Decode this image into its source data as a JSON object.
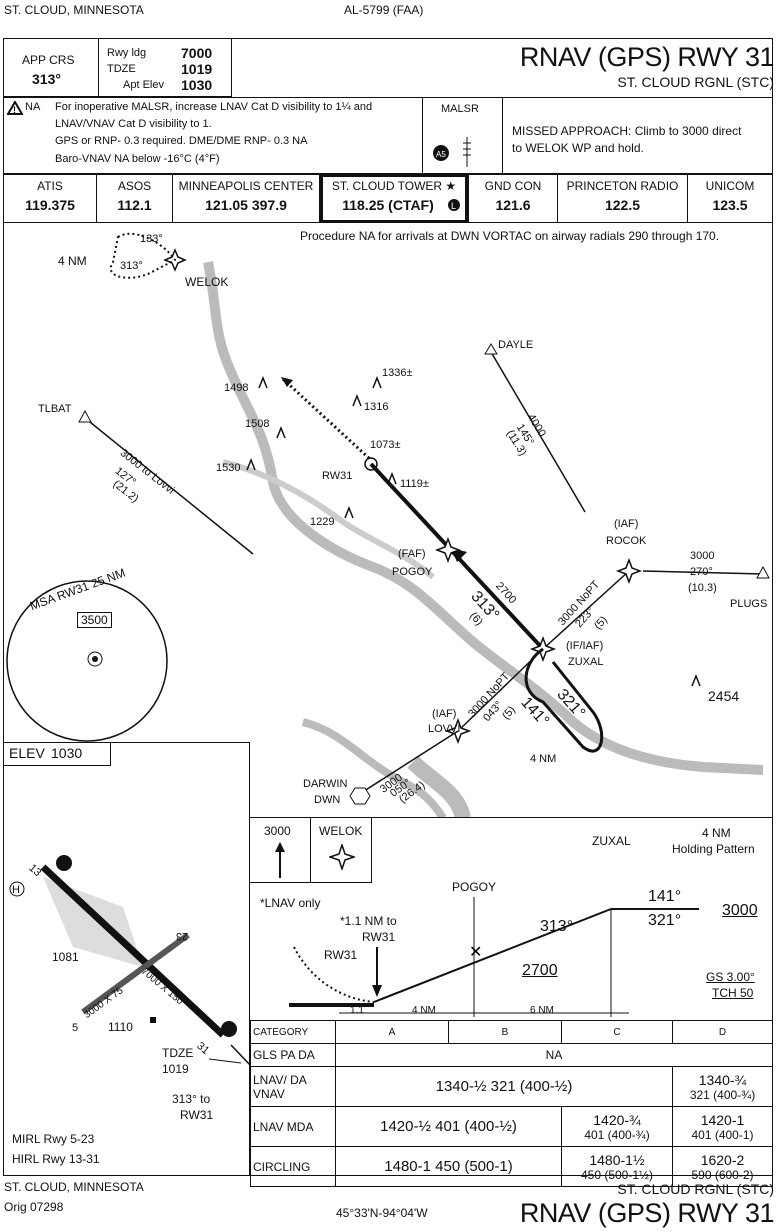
{
  "header": {
    "city": "ST. CLOUD, MINNESOTA",
    "chart_id": "AL-5799 (FAA)",
    "title": "RNAV (GPS) RWY 31",
    "airport": "ST. CLOUD RGNL (STC)"
  },
  "briefing": {
    "app_crs_label": "APP CRS",
    "app_crs": "313°",
    "rwy_ldg_label": "Rwy ldg",
    "rwy_ldg": "7000",
    "tdze_label": "TDZE",
    "tdze": "1019",
    "apt_elev_label": "Apt Elev",
    "apt_elev": "1030",
    "na_label": "NA",
    "notes": [
      "For inoperative MALSR, increase LNAV Cat D visibility to 1¼ and",
      "LNAV/VNAV Cat D visibility to 1.",
      "GPS or RNP- 0.3 required. DME/DME RNP- 0.3 NA",
      "Baro-VNAV NA below -16°C (4°F)"
    ],
    "malsr": "MALSR",
    "missed_approach": [
      "MISSED APPROACH: Climb to 3000 direct",
      "to WELOK WP and hold."
    ]
  },
  "comms": [
    {
      "label": "ATIS",
      "value": "119.375"
    },
    {
      "label": "ASOS",
      "value": "112.1"
    },
    {
      "label": "MINNEAPOLIS CENTER",
      "value": "121.05  397.9"
    },
    {
      "label": "ST. CLOUD TOWER ★",
      "value": "118.25 (CTAF)"
    },
    {
      "label": "GND CON",
      "value": "121.6"
    },
    {
      "label": "PRINCETON RADIO",
      "value": "122.5"
    },
    {
      "label": "UNICOM",
      "value": "123.5"
    }
  ],
  "plan": {
    "procedure_na": "Procedure NA for arrivals at DWN VORTAC on airway radials 290 through 170.",
    "welok": "WELOK",
    "hold_4nm": "4 NM",
    "hold_133": "133°",
    "hold_313": "313°",
    "tlbat": "TLBAT",
    "tlbat_route": "3000 to Lovvi",
    "tlbat_crs": "127°",
    "tlbat_dist": "(21.2)",
    "dayle": "DAYLE",
    "dayle_alt": "4000",
    "dayle_crs": "145°",
    "dayle_dist": "(11.3)",
    "obstacles": [
      "1498",
      "1336±",
      "1316",
      "1508",
      "1073±",
      "1530",
      "1119±",
      "1229",
      "2454"
    ],
    "rw31": "RW31",
    "faf": "(FAF)",
    "pogoy": "POGOY",
    "iaf": "(IAF)",
    "rocok": "ROCOK",
    "plugs": "PLUGS",
    "plugs_alt": "3000",
    "plugs_crs": "270°",
    "plugs_dist": "(10.3)",
    "seg_2700": "2700",
    "seg_313": "313°",
    "seg_6": "(6)",
    "rocok_noPT": "3000 NoPT",
    "rocok_crs": "223°",
    "rocok_dist": "(5)",
    "if_iaf": "(IF/IAF)",
    "zuxal": "ZUXAL",
    "hold2_141": "141°",
    "hold2_321": "321°",
    "hold2_4nm": "4 NM",
    "lovvi_iaf": "(IAF)",
    "lovvi": "LOVVI",
    "lovvi_noPT": "3000 NoPT",
    "lovvi_crs": "043°",
    "lovvi_dist": "(5)",
    "darwin": "DARWIN",
    "dwn": "DWN",
    "dwn_alt": "3000",
    "dwn_crs": "050°",
    "dwn_dist": "(26.4)",
    "msa_label": "MSA RW31 25 NM",
    "msa_alt": "3500"
  },
  "airport_diagram": {
    "elev_label": "ELEV",
    "elev": "1030",
    "rwy5_23": "7000 X 150",
    "rwy_short": "3000 X 75",
    "h": "H",
    "obs_1081": "1081",
    "obs_1110": "1110",
    "rw13": "13",
    "rw31": "31",
    "rw5": "5",
    "rw23": "23",
    "tdze_label": "TDZE",
    "tdze": "1019",
    "crs_to_rw": "313° to",
    "crs_rw": "RW31",
    "mirl": "MIRL Rwy 5-23",
    "hirl": "HIRL Rwy 13-31"
  },
  "profile": {
    "missed_alt": "3000",
    "welok": "WELOK",
    "zuxal": "ZUXAL",
    "holding": [
      "4 NM",
      "Holding Pattern"
    ],
    "pogoy": "POGOY",
    "lnav_only": "*LNAV only",
    "nm_to": [
      "*1.1 NM to",
      "RW31"
    ],
    "rw31": "RW31",
    "crs_313": "313°",
    "crs_141": "141°",
    "crs_321": "321°",
    "alt_3000": "3000",
    "alt_2700": "2700",
    "gs": "GS 3.00°",
    "tch": "TCH 50",
    "dist_11": "1.1",
    "dist_4": "4 NM",
    "dist_6": "6 NM"
  },
  "minimums": {
    "header": [
      "CATEGORY",
      "A",
      "B",
      "C",
      "D"
    ],
    "gls_label": "GLS PA  DA",
    "gls_val": "NA",
    "lnav_vnav_label": [
      "LNAV/",
      "VNAV",
      "DA"
    ],
    "lnav_vnav_abc": "1340-½  321 (400-½)",
    "lnav_vnav_d": [
      "1340-¾",
      "321 (400-¾)"
    ],
    "lnav_label": "LNAV  MDA",
    "lnav_ab": "1420-½  401 (400-½)",
    "lnav_c": [
      "1420-¾",
      "401 (400-¾)"
    ],
    "lnav_d": [
      "1420-1",
      "401 (400-1)"
    ],
    "circ_label": "CIRCLING",
    "circ_ab": "1480-1  450 (500-1)",
    "circ_c": [
      "1480-1½",
      "450 (500-1½)"
    ],
    "circ_d": [
      "1620-2",
      "590 (600-2)"
    ]
  },
  "footer": {
    "city": "ST. CLOUD, MINNESOTA",
    "orig": "Orig 07298",
    "coords": "45°33'N-94°04'W",
    "airport": "ST. CLOUD RGNL (STC)",
    "title": "RNAV (GPS) RWY 31"
  }
}
